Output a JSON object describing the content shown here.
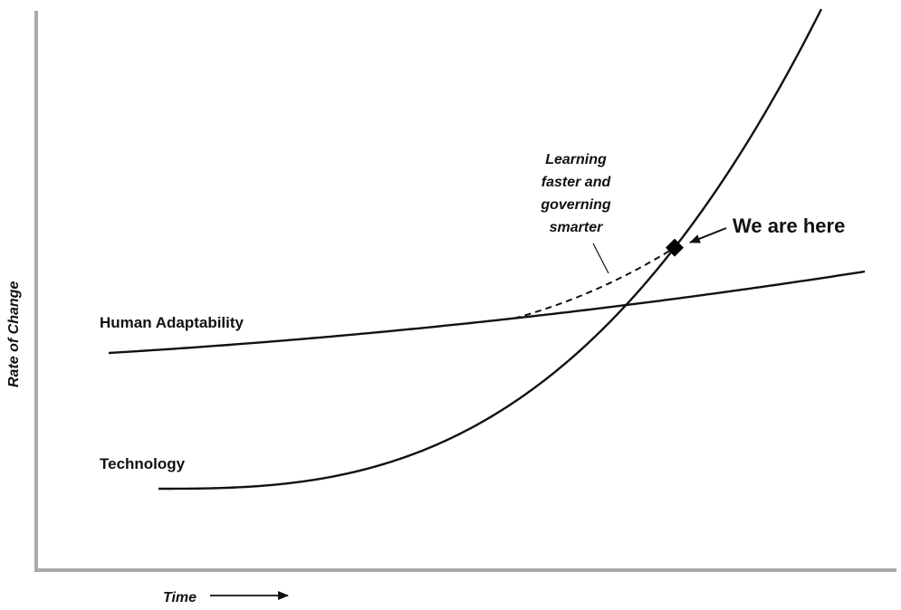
{
  "chart_data": {
    "type": "line",
    "xlabel": "Time",
    "ylabel": "Rate of Change",
    "grid": false,
    "legend": "none",
    "series": [
      {
        "name": "Human Adaptability",
        "shape": "slowly rising, nearly linear"
      },
      {
        "name": "Technology",
        "shape": "exponential growth"
      }
    ],
    "annotations": {
      "projection_text": [
        "Learning",
        "faster and",
        "governing",
        "smarter"
      ],
      "current_point_text": "We are here"
    },
    "colors": {
      "axis": "#a9a9a9",
      "line": "#111111"
    }
  }
}
